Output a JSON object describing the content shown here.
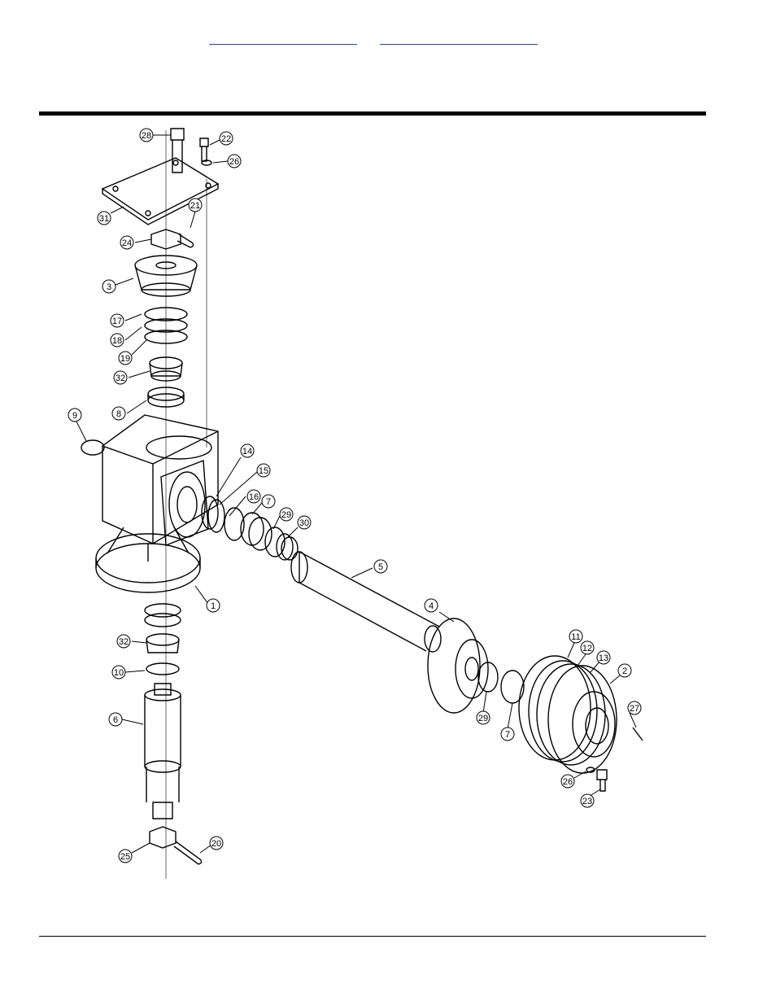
{
  "nav": {
    "link_1": "",
    "link_2": ""
  },
  "callouts": [
    "28",
    "22",
    "26",
    "31",
    "21",
    "24",
    "3",
    "17",
    "18",
    "19",
    "32",
    "8",
    "9",
    "14",
    "15",
    "16",
    "7",
    "29",
    "30",
    "5",
    "1",
    "4",
    "11",
    "12",
    "13",
    "2",
    "27",
    "32",
    "10",
    "6",
    "29",
    "7",
    "26",
    "23",
    "25",
    "20"
  ]
}
